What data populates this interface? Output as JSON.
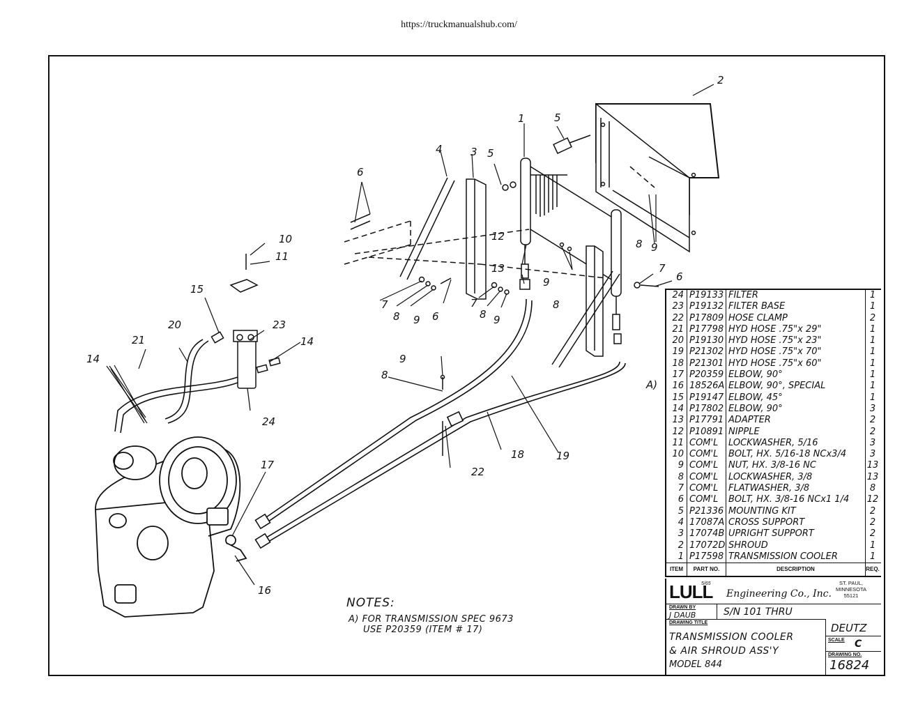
{
  "header": {
    "url": "https://truckmanualshub.com/"
  },
  "callouts": {
    "c1": "1",
    "c2": "2",
    "c3": "3",
    "c4": "4",
    "c5a": "5",
    "c5b": "5",
    "c6a": "6",
    "c6b": "6",
    "c6c": "6",
    "c7a": "7",
    "c7b": "7",
    "c7c": "7",
    "c8a": "8",
    "c8b": "8",
    "c8c": "8",
    "c8d": "8",
    "c8e": "8",
    "c9a": "9",
    "c9b": "9",
    "c9c": "9",
    "c9d": "9",
    "c9e": "9",
    "c10": "10",
    "c11": "11",
    "c12": "12",
    "c13": "13",
    "c14a": "14",
    "c14b": "14",
    "c15": "15",
    "c16": "16",
    "c17": "17",
    "c18": "18",
    "c19": "19",
    "c20": "20",
    "c21": "21",
    "c22": "22",
    "c23": "23",
    "c24": "24",
    "cA": "A)"
  },
  "parts_list": {
    "header": {
      "item": "ITEM",
      "part_no": "PART NO.",
      "description": "DESCRIPTION",
      "req": "REQ."
    },
    "rows": [
      {
        "item": "24",
        "part_no": "P19133",
        "description": "FILTER",
        "req": "1"
      },
      {
        "item": "23",
        "part_no": "P19132",
        "description": "FILTER BASE",
        "req": "1"
      },
      {
        "item": "22",
        "part_no": "P17809",
        "description": "HOSE CLAMP",
        "req": "2"
      },
      {
        "item": "21",
        "part_no": "P17798",
        "description": "HYD HOSE    .75\"x 29\"",
        "req": "1"
      },
      {
        "item": "20",
        "part_no": "P19130",
        "description": "HYD HOSE    .75\"x 23\"",
        "req": "1"
      },
      {
        "item": "19",
        "part_no": "P21302",
        "description": "HYD HOSE    .75\"x 70\"",
        "req": "1"
      },
      {
        "item": "18",
        "part_no": "P21301",
        "description": "HYD HOSE    .75\"x 60\"",
        "req": "1"
      },
      {
        "item": "17",
        "part_no": "P20359",
        "description": "ELBOW, 90°",
        "req": "1"
      },
      {
        "item": "16",
        "part_no": "18526A",
        "description": "ELBOW, 90°, SPECIAL",
        "req": "1"
      },
      {
        "item": "15",
        "part_no": "P19147",
        "description": "ELBOW, 45°",
        "req": "1"
      },
      {
        "item": "14",
        "part_no": "P17802",
        "description": "ELBOW, 90°",
        "req": "3"
      },
      {
        "item": "13",
        "part_no": "P17791",
        "description": "ADAPTER",
        "req": "2"
      },
      {
        "item": "12",
        "part_no": "P10891",
        "description": "NIPPLE",
        "req": "2"
      },
      {
        "item": "11",
        "part_no": "COM'L",
        "description": "LOCKWASHER, 5/16",
        "req": "3"
      },
      {
        "item": "10",
        "part_no": "COM'L",
        "description": "BOLT, HX. 5/16-18 NCx3/4",
        "req": "3"
      },
      {
        "item": "9",
        "part_no": "COM'L",
        "description": "NUT, HX. 3/8-16 NC",
        "req": "13"
      },
      {
        "item": "8",
        "part_no": "COM'L",
        "description": "LOCKWASHER, 3/8",
        "req": "13"
      },
      {
        "item": "7",
        "part_no": "COM'L",
        "description": "FLATWASHER, 3/8",
        "req": "8"
      },
      {
        "item": "6",
        "part_no": "COM'L",
        "description": "BOLT, HX. 3/8-16 NCx1 1/4",
        "req": "12"
      },
      {
        "item": "5",
        "part_no": "P21336",
        "description": "MOUNTING KIT",
        "req": "2"
      },
      {
        "item": "4",
        "part_no": "17087A",
        "description": "CROSS SUPPORT",
        "req": "2"
      },
      {
        "item": "3",
        "part_no": "17074B",
        "description": "UPRIGHT SUPPORT",
        "req": "2"
      },
      {
        "item": "2",
        "part_no": "17072D",
        "description": "SHROUD",
        "req": "1"
      },
      {
        "item": "1",
        "part_no": "P17598",
        "description": "TRANSMISSION COOLER",
        "req": "1"
      }
    ]
  },
  "title_block": {
    "logo": "LULL",
    "logo_date": "5/65",
    "company": "Engineering Co., Inc.",
    "city": "ST. PAUL,",
    "state": "MINNESOTA",
    "zip": "55121",
    "drawn_by_label": "DRAWN BY",
    "drawn_by": "J DAUB",
    "serial": "S/N  101  THRU",
    "drawing_title_label": "DRAWING TITLE",
    "title_line1": "TRANSMISSION COOLER",
    "title_line2": "& AIR SHROUD ASS'Y",
    "title_line3": "MODEL 844",
    "engine": "DEUTZ",
    "scale_label": "SCALE",
    "scale": "C",
    "drawing_no_label": "DRAWING NO.",
    "drawing_no": "16824"
  },
  "notes": {
    "heading": "NOTES:",
    "line1": "A) FOR TRANSMISSION SPEC 9673",
    "line2": "USE P20359 (ITEM # 17)"
  }
}
